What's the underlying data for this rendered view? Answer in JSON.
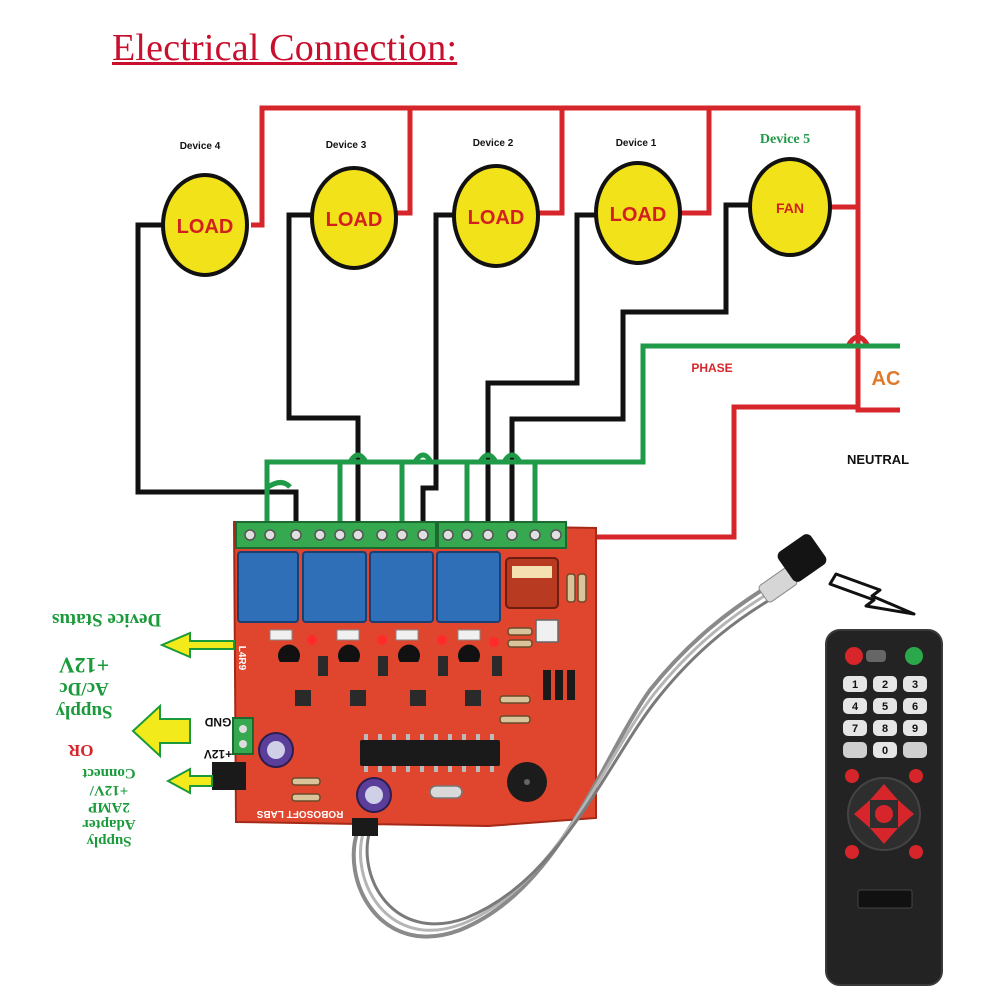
{
  "title": "Electrical Connection:",
  "devices": [
    {
      "name": "Device 4",
      "label": "LOAD"
    },
    {
      "name": "Device 3",
      "label": "LOAD"
    },
    {
      "name": "Device 2",
      "label": "LOAD"
    },
    {
      "name": "Device 1",
      "label": "LOAD"
    },
    {
      "name": "Device 5",
      "label": "FAN"
    }
  ],
  "mains": {
    "phase": "PHASE",
    "ac": "AC",
    "neutral": "NEUTRAL"
  },
  "board": {
    "terminal_12v": "+12V",
    "terminal_gnd": "GND",
    "brand": "ROBOSOFT LABS",
    "model": "L4R9"
  },
  "notes": {
    "device_status": "Device Status",
    "supply_line1": "Supply",
    "supply_line2": "Ac/Dc",
    "supply_line3": "+12V",
    "or": "OR",
    "adapter_line1": "Supply",
    "adapter_line2": "Adapter",
    "adapter_line3": "2AMP",
    "adapter_line4": "+12V/",
    "adapter_line5": "Connect"
  },
  "remote": {
    "keys": [
      "1",
      "2",
      "3",
      "4",
      "5",
      "6",
      "7",
      "8",
      "9",
      "0"
    ]
  },
  "colors": {
    "phase_wire": "#d7262b",
    "neutral_wire": "#111111",
    "control_wire": "#1f9a48",
    "load_fill": "#f2e21a",
    "load_text": "#d21f1f",
    "board": "#e0452e",
    "relay": "#2f6fb8",
    "terminal": "#35a850",
    "remote_body": "#232323",
    "arrow": "#f2ea1a"
  }
}
